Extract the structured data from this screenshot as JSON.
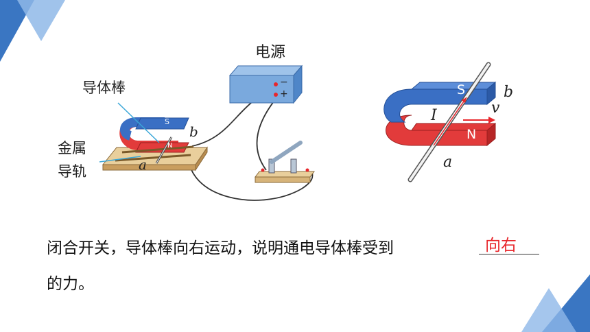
{
  "labels": {
    "power_supply": "电源",
    "conductor_rod": "导体棒",
    "metal_rail_line1": "金属",
    "metal_rail_line2": "导轨",
    "pole_s": "S",
    "pole_n": "N",
    "point_a": "a",
    "point_b": "b",
    "minus": "−",
    "plus": "+",
    "current": "I",
    "velocity": "v"
  },
  "question": {
    "text_line1": "闭合开关，导体棒向右运动，说明通电导体棒受到",
    "text_line2": "的力。",
    "answer": "向右"
  },
  "colors": {
    "accent_red": "#e8262b",
    "magnet_blue": "#3a6fc4",
    "magnet_red": "#e23b3b",
    "deco_blue": "#3d7ec9"
  }
}
